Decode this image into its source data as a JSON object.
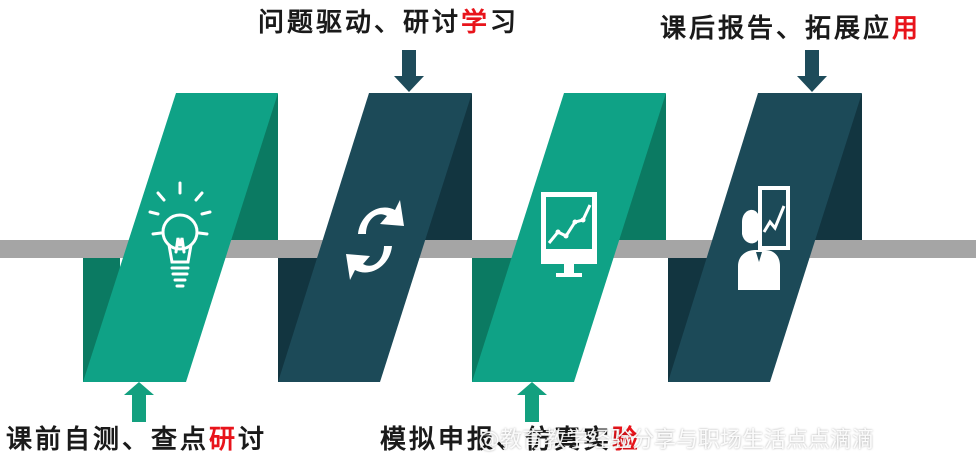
{
  "colors": {
    "teal_light": "#0fa286",
    "teal_dark": "#0b7a62",
    "navy_light": "#1c4a58",
    "navy_dark": "#123540",
    "bar": "#a5a5a5",
    "arrow_teal": "#13a07f",
    "arrow_navy": "#1e4b5a",
    "highlight": "#e8141b"
  },
  "stages": [
    {
      "label_pre": "课前自测、查点",
      "label_hl": "研",
      "label_post": "讨",
      "icon": "lightbulb-icon"
    },
    {
      "label_pre": "问题驱动、研讨",
      "label_hl": "学",
      "label_post": "习",
      "icon": "refresh-icon"
    },
    {
      "label_pre": "模拟申报、仿真实",
      "label_hl": "验",
      "label_post": "",
      "icon": "monitor-chart-icon"
    },
    {
      "label_pre": "课后报告、拓展应",
      "label_hl": "用",
      "label_post": "",
      "icon": "presenter-icon"
    }
  ],
  "watermark": "@教育教学经验分享与职场生活点点滴滴"
}
